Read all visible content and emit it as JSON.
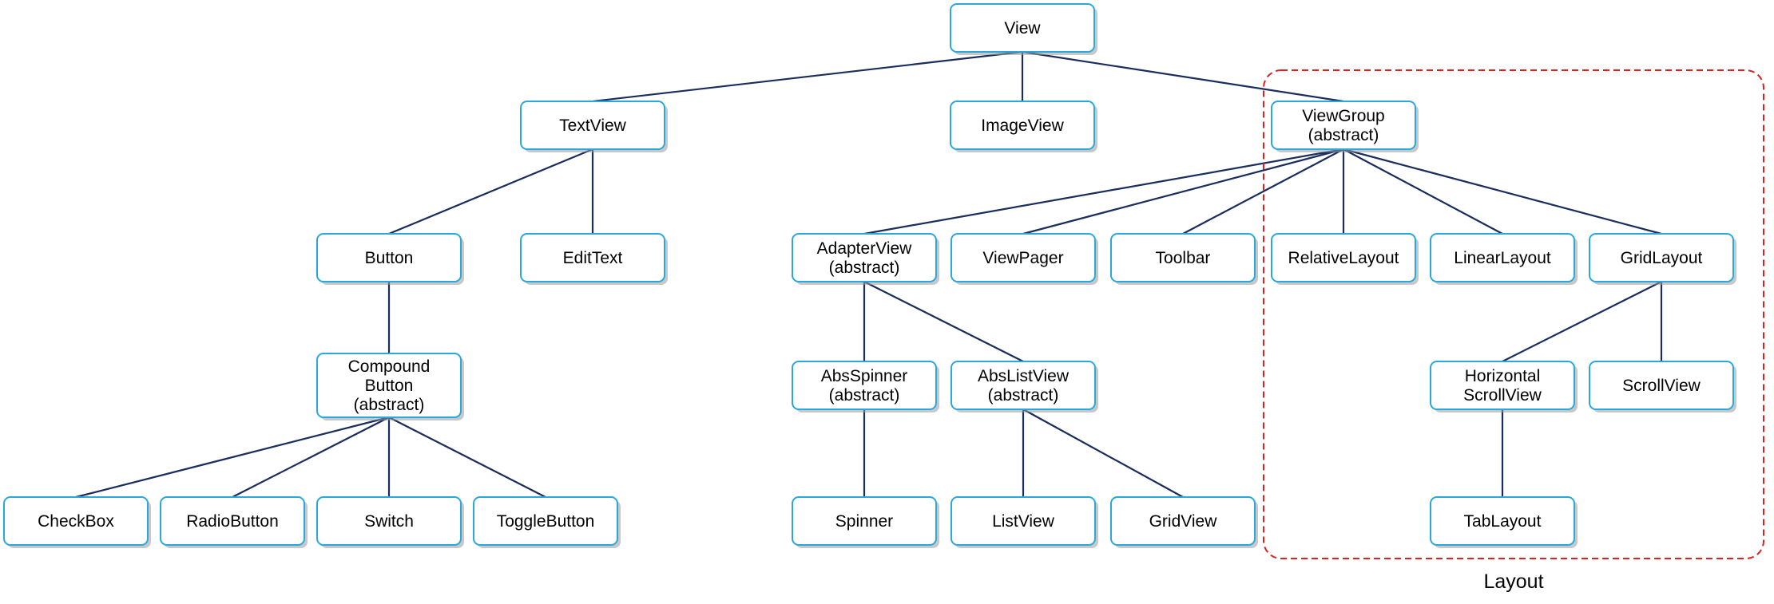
{
  "diagram": {
    "nodes": [
      {
        "id": "view",
        "lines": [
          "View"
        ]
      },
      {
        "id": "textview",
        "lines": [
          "TextView"
        ]
      },
      {
        "id": "imageview",
        "lines": [
          "ImageView"
        ]
      },
      {
        "id": "viewgroup",
        "lines": [
          "ViewGroup",
          "(abstract)"
        ]
      },
      {
        "id": "button",
        "lines": [
          "Button"
        ]
      },
      {
        "id": "edittext",
        "lines": [
          "EditText"
        ]
      },
      {
        "id": "adapterview",
        "lines": [
          "AdapterView",
          "(abstract)"
        ]
      },
      {
        "id": "viewpager",
        "lines": [
          "ViewPager"
        ]
      },
      {
        "id": "toolbar",
        "lines": [
          "Toolbar"
        ]
      },
      {
        "id": "relativelayout",
        "lines": [
          "RelativeLayout"
        ]
      },
      {
        "id": "linearlayout",
        "lines": [
          "LinearLayout"
        ]
      },
      {
        "id": "gridlayout",
        "lines": [
          "GridLayout"
        ]
      },
      {
        "id": "compoundbutton",
        "lines": [
          "Compound",
          "Button",
          "(abstract)"
        ]
      },
      {
        "id": "absspinner",
        "lines": [
          "AbsSpinner",
          "(abstract)"
        ]
      },
      {
        "id": "abslistview",
        "lines": [
          "AbsListView",
          "(abstract)"
        ]
      },
      {
        "id": "horizontalscrollview",
        "lines": [
          "Horizontal",
          "ScrollView"
        ]
      },
      {
        "id": "scrollview",
        "lines": [
          "ScrollView"
        ]
      },
      {
        "id": "checkbox",
        "lines": [
          "CheckBox"
        ]
      },
      {
        "id": "radiobutton",
        "lines": [
          "RadioButton"
        ]
      },
      {
        "id": "switch",
        "lines": [
          "Switch"
        ]
      },
      {
        "id": "togglebutton",
        "lines": [
          "ToggleButton"
        ]
      },
      {
        "id": "spinner",
        "lines": [
          "Spinner"
        ]
      },
      {
        "id": "listview",
        "lines": [
          "ListView"
        ]
      },
      {
        "id": "gridview",
        "lines": [
          "GridView"
        ]
      },
      {
        "id": "tablayout",
        "lines": [
          "TabLayout"
        ]
      }
    ],
    "edges": [
      [
        "view",
        "textview"
      ],
      [
        "view",
        "imageview"
      ],
      [
        "view",
        "viewgroup"
      ],
      [
        "textview",
        "button"
      ],
      [
        "textview",
        "edittext"
      ],
      [
        "button",
        "compoundbutton"
      ],
      [
        "compoundbutton",
        "checkbox"
      ],
      [
        "compoundbutton",
        "radiobutton"
      ],
      [
        "compoundbutton",
        "switch"
      ],
      [
        "compoundbutton",
        "togglebutton"
      ],
      [
        "viewgroup",
        "adapterview"
      ],
      [
        "viewgroup",
        "viewpager"
      ],
      [
        "viewgroup",
        "toolbar"
      ],
      [
        "viewgroup",
        "relativelayout"
      ],
      [
        "viewgroup",
        "linearlayout"
      ],
      [
        "viewgroup",
        "gridlayout"
      ],
      [
        "adapterview",
        "absspinner"
      ],
      [
        "adapterview",
        "abslistview"
      ],
      [
        "absspinner",
        "spinner"
      ],
      [
        "abslistview",
        "listview"
      ],
      [
        "abslistview",
        "gridview"
      ],
      [
        "gridlayout",
        "horizontalscrollview"
      ],
      [
        "gridlayout",
        "scrollview"
      ],
      [
        "horizontalscrollview",
        "tablayout"
      ]
    ],
    "group": {
      "label": "Layout"
    },
    "colors": {
      "node_border": "#29a8dc",
      "edge": "#1a2d5e",
      "group_border": "#e0201e"
    }
  }
}
